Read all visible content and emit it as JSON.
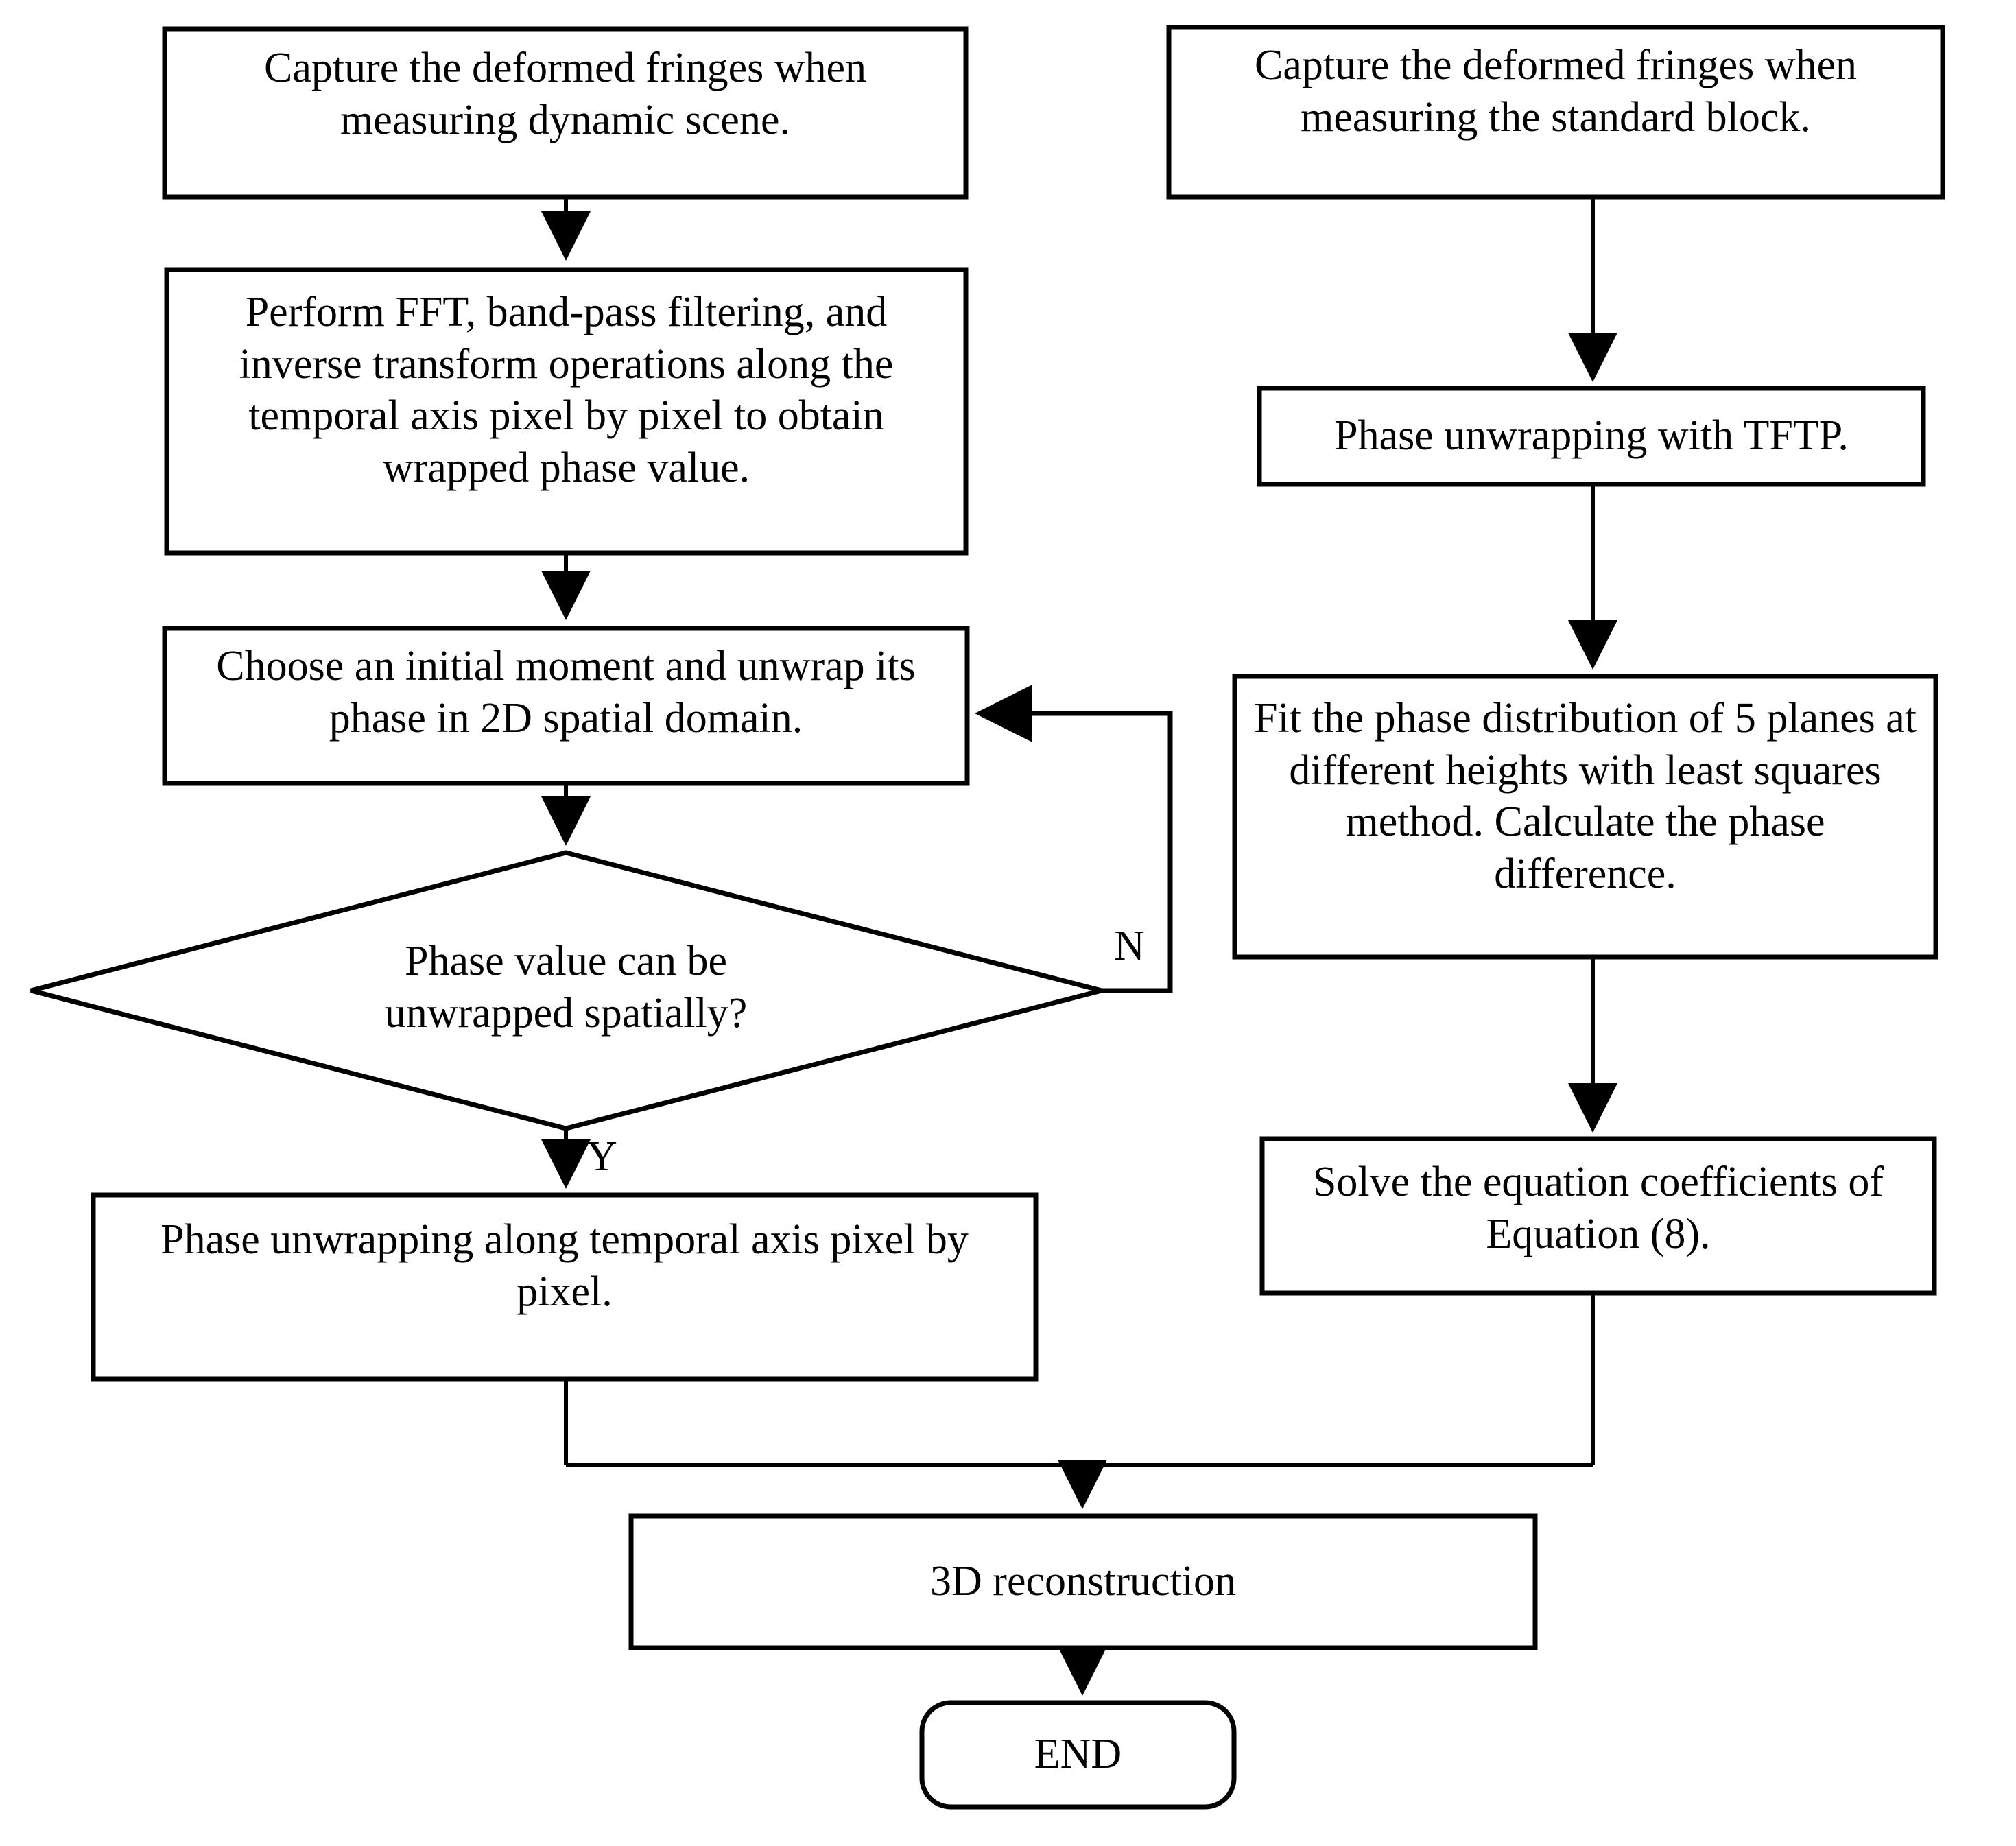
{
  "diagram": {
    "type": "flowchart",
    "title": "Phase unwrapping and 3D reconstruction flowchart",
    "stroke_color": "#000000",
    "fill_color": "#ffffff",
    "background_color": "#ffffff"
  },
  "nodes": {
    "capture_dynamic": {
      "id": "capture-dynamic-scene",
      "shape": "rectangle",
      "text": "Capture the deformed fringes when measuring dynamic scene.",
      "column": "left"
    },
    "perform_fft": {
      "id": "perform-fft",
      "shape": "rectangle",
      "text": "Perform FFT, band-pass filtering, and inverse transform operations along the temporal axis pixel by pixel to obtain wrapped phase value.",
      "column": "left"
    },
    "choose_moment": {
      "id": "choose-initial-moment",
      "shape": "rectangle",
      "text": "Choose an initial moment and unwrap its phase in 2D spatial domain.",
      "column": "left"
    },
    "decision": {
      "id": "phase-unwrappable-decision",
      "shape": "diamond",
      "text": "Phase value can be unwrapped spatially?",
      "column": "left"
    },
    "temporal_unwrap": {
      "id": "temporal-phase-unwrapping",
      "shape": "rectangle",
      "text": "Phase unwrapping along temporal axis pixel by pixel.",
      "column": "left"
    },
    "capture_block": {
      "id": "capture-standard-block",
      "shape": "rectangle",
      "text": "Capture the deformed fringes when measuring the standard block.",
      "column": "right"
    },
    "tftp_unwrap": {
      "id": "phase-unwrapping-tftp",
      "shape": "rectangle",
      "text": "Phase unwrapping with TFTP.",
      "column": "right"
    },
    "fit_planes": {
      "id": "fit-phase-distribution",
      "shape": "rectangle",
      "text": "Fit the phase distribution of 5 planes at different heights with least squares method. Calculate the phase difference.",
      "column": "right"
    },
    "solve_coeff": {
      "id": "solve-equation-coefficients",
      "shape": "rectangle",
      "text": "Solve the equation coefficients of Equation (8).",
      "column": "right"
    },
    "reconstruction": {
      "id": "3d-reconstruction",
      "shape": "rectangle",
      "text": "3D reconstruction",
      "column": "merged"
    },
    "end": {
      "id": "end-terminator",
      "shape": "rounded-rectangle",
      "text": "END",
      "column": "merged"
    }
  },
  "edge_labels": {
    "no_branch": "N",
    "yes_branch": "Y"
  },
  "edges": [
    {
      "from": "capture_dynamic",
      "to": "perform_fft",
      "label": ""
    },
    {
      "from": "perform_fft",
      "to": "choose_moment",
      "label": ""
    },
    {
      "from": "choose_moment",
      "to": "decision",
      "label": ""
    },
    {
      "from": "decision",
      "to": "choose_moment",
      "label": "N"
    },
    {
      "from": "decision",
      "to": "temporal_unwrap",
      "label": "Y"
    },
    {
      "from": "capture_block",
      "to": "tftp_unwrap",
      "label": ""
    },
    {
      "from": "tftp_unwrap",
      "to": "fit_planes",
      "label": ""
    },
    {
      "from": "fit_planes",
      "to": "solve_coeff",
      "label": ""
    },
    {
      "from": "temporal_unwrap",
      "to": "reconstruction",
      "label": ""
    },
    {
      "from": "solve_coeff",
      "to": "reconstruction",
      "label": ""
    },
    {
      "from": "reconstruction",
      "to": "end",
      "label": ""
    }
  ]
}
